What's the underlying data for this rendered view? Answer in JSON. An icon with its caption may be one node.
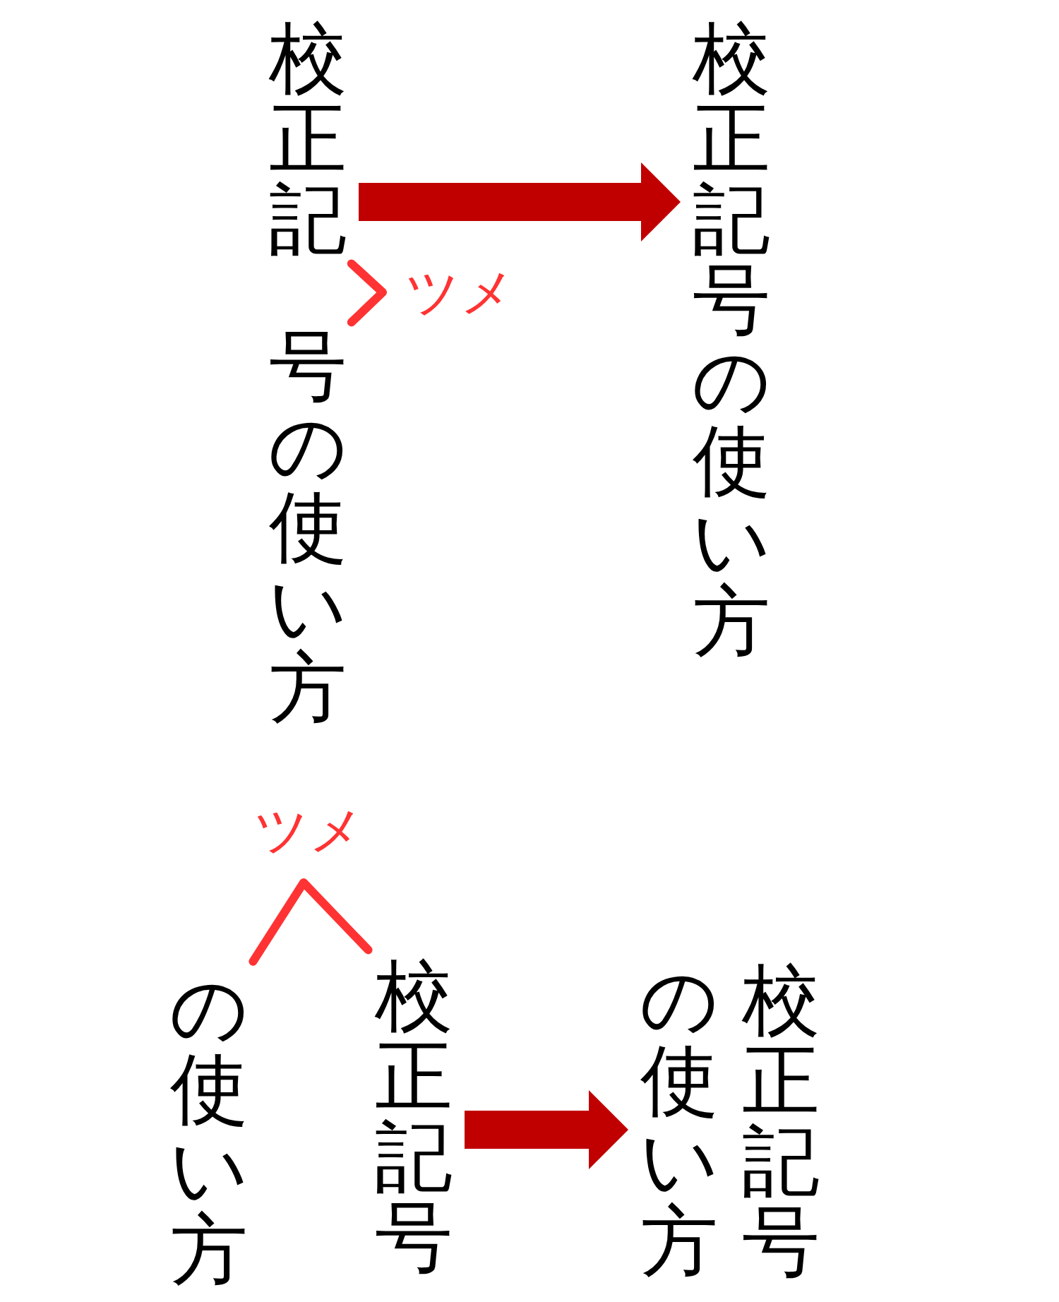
{
  "diagram": {
    "nodes": [
      {
        "text": [
          "校正記"
        ]
      },
      {
        "text": [
          "号の使い方"
        ]
      },
      {
        "text": [
          "校正記号の使い方"
        ]
      },
      {
        "text": [
          "校正記号"
        ]
      },
      {
        "text": [
          "の使い方"
        ]
      },
      {
        "text": [
          "校正記号の使い方"
        ]
      }
    ],
    "edges": [
      {
        "from": 0,
        "to": 1,
        "arrow": "none",
        "label": "ツメ",
        "color": "#ff3333"
      },
      {
        "from": 0,
        "to": 2,
        "arrow": "to",
        "style": "thick",
        "color": "#c00000"
      },
      {
        "from": 3,
        "to": 4,
        "arrow": "none",
        "label": "ツメ",
        "color": "#ff3333"
      },
      {
        "from": 3,
        "to": 5,
        "arrow": "to",
        "style": "thick",
        "color": "#c00000"
      }
    ]
  }
}
